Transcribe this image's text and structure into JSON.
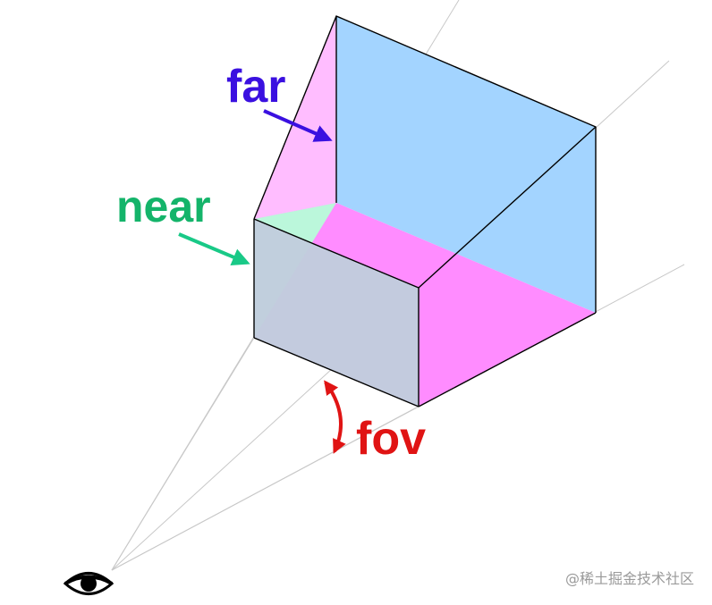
{
  "labels": {
    "far": "far",
    "near": "near",
    "fov": "fov"
  },
  "watermark": "@稀土掘金技术社区",
  "colors": {
    "far_label": "#3a10e0",
    "near_label": "#14b46a",
    "fov_label": "#e01414",
    "far_arrow": "#3a10e0",
    "near_arrow": "#19c987",
    "fov_arrow": "#e01414",
    "far_plane_fill": "#a3d4ff",
    "side_fill": "#ff8cff",
    "top_side_fill": "#ffbdff",
    "near_side_fill": "#bbf7db",
    "near_plane_fill": "#c1cddd",
    "edge": "#000000",
    "guide": "#c8c8c8",
    "watermark": "#9a9a9a"
  }
}
